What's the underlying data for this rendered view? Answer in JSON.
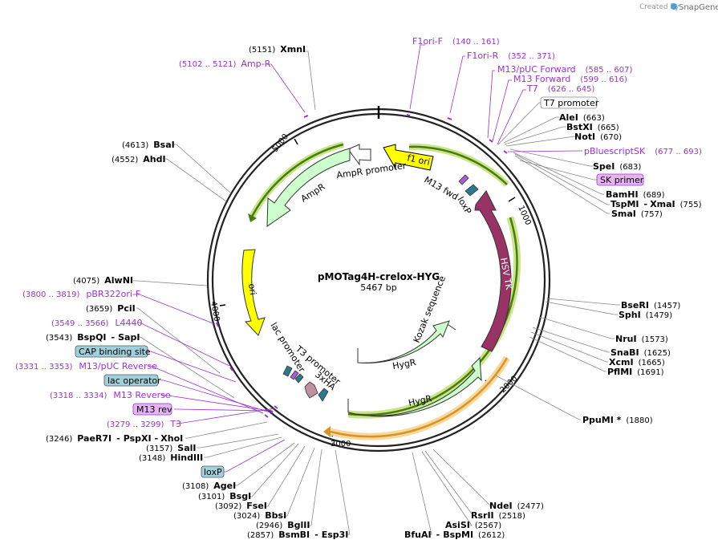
{
  "credit": {
    "prefix": "Created by",
    "brand": "SnapGene"
  },
  "plasmid": {
    "name": "pMOTag4H-crelox-HYG",
    "size": "5467 bp"
  },
  "ticks": [
    {
      "label": "1000"
    },
    {
      "label": "2000"
    },
    {
      "label": "3000"
    },
    {
      "label": "4000"
    },
    {
      "label": "5000"
    }
  ],
  "enzymes": [
    {
      "name": "XmnI",
      "pos": "(5151)"
    },
    {
      "name": "BsaI",
      "pos": "(4613)"
    },
    {
      "name": "AhdI",
      "pos": "(4552)"
    },
    {
      "name": "AlwNI",
      "pos": "(4075)"
    },
    {
      "name": "PciI",
      "pos": "(3659)"
    },
    {
      "name": "BspQI",
      "name2": "SapI",
      "pos": "(3543)"
    },
    {
      "name": "PaeR7I",
      "name2": "PspXI",
      "name3": "XhoI",
      "pos": "(3246)"
    },
    {
      "name": "SalI",
      "pos": "(3157)"
    },
    {
      "name": "HindIII",
      "pos": "(3148)"
    },
    {
      "name": "AgeI",
      "pos": "(3108)"
    },
    {
      "name": "BsgI",
      "pos": "(3101)"
    },
    {
      "name": "FseI",
      "pos": "(3092)"
    },
    {
      "name": "BbsI",
      "pos": "(3024)"
    },
    {
      "name": "BglII",
      "pos": "(2946)"
    },
    {
      "name": "BsmBI",
      "name2": "Esp3I",
      "pos": "(2857)"
    },
    {
      "name": "BfuAI",
      "name2": "BspMI",
      "pos": "(2612)"
    },
    {
      "name": "AsiSI",
      "pos": "(2567)"
    },
    {
      "name": "RsrII",
      "pos": "(2518)"
    },
    {
      "name": "NdeI",
      "pos": "(2477)"
    },
    {
      "name": "PpuMI *",
      "pos": "(1880)"
    },
    {
      "name": "PflMI",
      "pos": "(1691)"
    },
    {
      "name": "XcmI",
      "pos": "(1665)"
    },
    {
      "name": "SnaBI",
      "pos": "(1625)"
    },
    {
      "name": "NruI",
      "pos": "(1573)"
    },
    {
      "name": "SphI",
      "pos": "(1479)"
    },
    {
      "name": "BseRI",
      "pos": "(1457)"
    },
    {
      "name": "SmaI",
      "pos": "(757)"
    },
    {
      "name": "TspMI",
      "name2": "XmaI",
      "pos": "(755)"
    },
    {
      "name": "BamHI",
      "pos": "(689)"
    },
    {
      "name": "SpeI",
      "pos": "(683)"
    },
    {
      "name": "NotI",
      "pos": "(670)"
    },
    {
      "name": "BstXI",
      "pos": "(665)"
    },
    {
      "name": "AleI",
      "pos": "(663)"
    }
  ],
  "primers": [
    {
      "name": "Amp-R",
      "pos": "(5102 .. 5121)"
    },
    {
      "name": "F1ori-F",
      "pos": "(140 .. 161)"
    },
    {
      "name": "F1ori-R",
      "pos": "(352 .. 371)"
    },
    {
      "name": "M13/pUC Forward",
      "pos": "(585 .. 607)"
    },
    {
      "name": "M13 Forward",
      "pos": "(599 .. 616)"
    },
    {
      "name": "T7",
      "pos": "(626 .. 645)"
    },
    {
      "name": "pBluescriptSK",
      "pos": "(677 .. 693)"
    },
    {
      "name": "pBR322ori-F",
      "pos": "(3800 .. 3819)"
    },
    {
      "name": "L4440",
      "pos": "(3549 .. 3566)"
    },
    {
      "name": "M13/pUC Reverse",
      "pos": "(3331 .. 3353)"
    },
    {
      "name": "M13 Reverse",
      "pos": "(3318 .. 3334)"
    },
    {
      "name": "T3",
      "pos": "(3279 .. 3299)"
    }
  ],
  "boxed": {
    "t7_promoter": "T7 promoter",
    "sk_primer": "SK primer",
    "cap_site": "CAP binding site",
    "lac_operator": "lac operator",
    "m13_rev": "M13 rev",
    "loxp_box": "loxP"
  },
  "features": {
    "f1ori": "f1 ori",
    "ampr_promoter": "AmpR promoter",
    "ampr": "AmpR",
    "ori": "ori",
    "m13fwd": "M13 fwd",
    "loxp": "loxP",
    "hsvtk": "HSV TK",
    "kozak": "Kozak sequence",
    "hygr1": "HygR",
    "hygr2": "HygR",
    "lac_promoter": "lac promoter",
    "t3_promoter": "T3 promoter",
    "tag3xha": "3xHA"
  },
  "colors": {
    "primer": "#9b30d9",
    "f1ori": "#ffff00",
    "ori": "#ffff00",
    "ampr": "#ccffcc",
    "hygr": "#ccffcc",
    "hsvtk": "#993366",
    "tag": "#2b7a8c",
    "orange_band": "#f0b050",
    "green_band": "#4a7a10",
    "cap_box": "#9fd0dc",
    "primer_box": "#e6b3f5"
  }
}
